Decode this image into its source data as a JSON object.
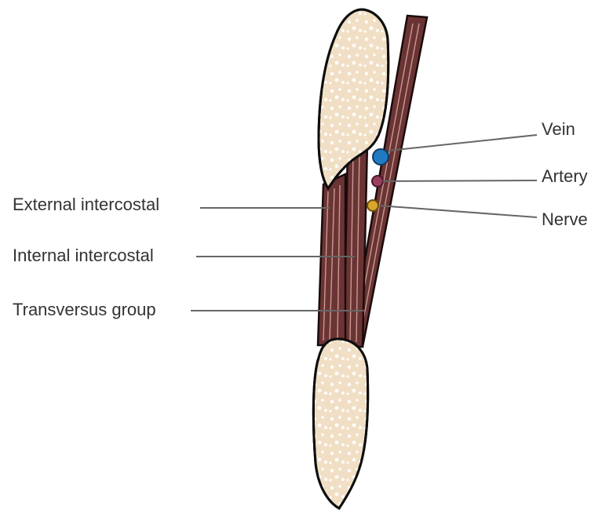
{
  "labels": {
    "vein": "Vein",
    "artery": "Artery",
    "nerve": "Nerve",
    "external_intercostal": "External intercostal",
    "internal_intercostal": "Internal intercostal",
    "transversus_group": "Transversus group"
  },
  "colors": {
    "bone_fill": "#f1dfc5",
    "muscle_fill": "#6b3434",
    "vein": "#1f7ac2",
    "artery": "#9b3d5c",
    "nerve": "#d8a62a",
    "leader_line": "#666666",
    "label_text": "#333333"
  }
}
